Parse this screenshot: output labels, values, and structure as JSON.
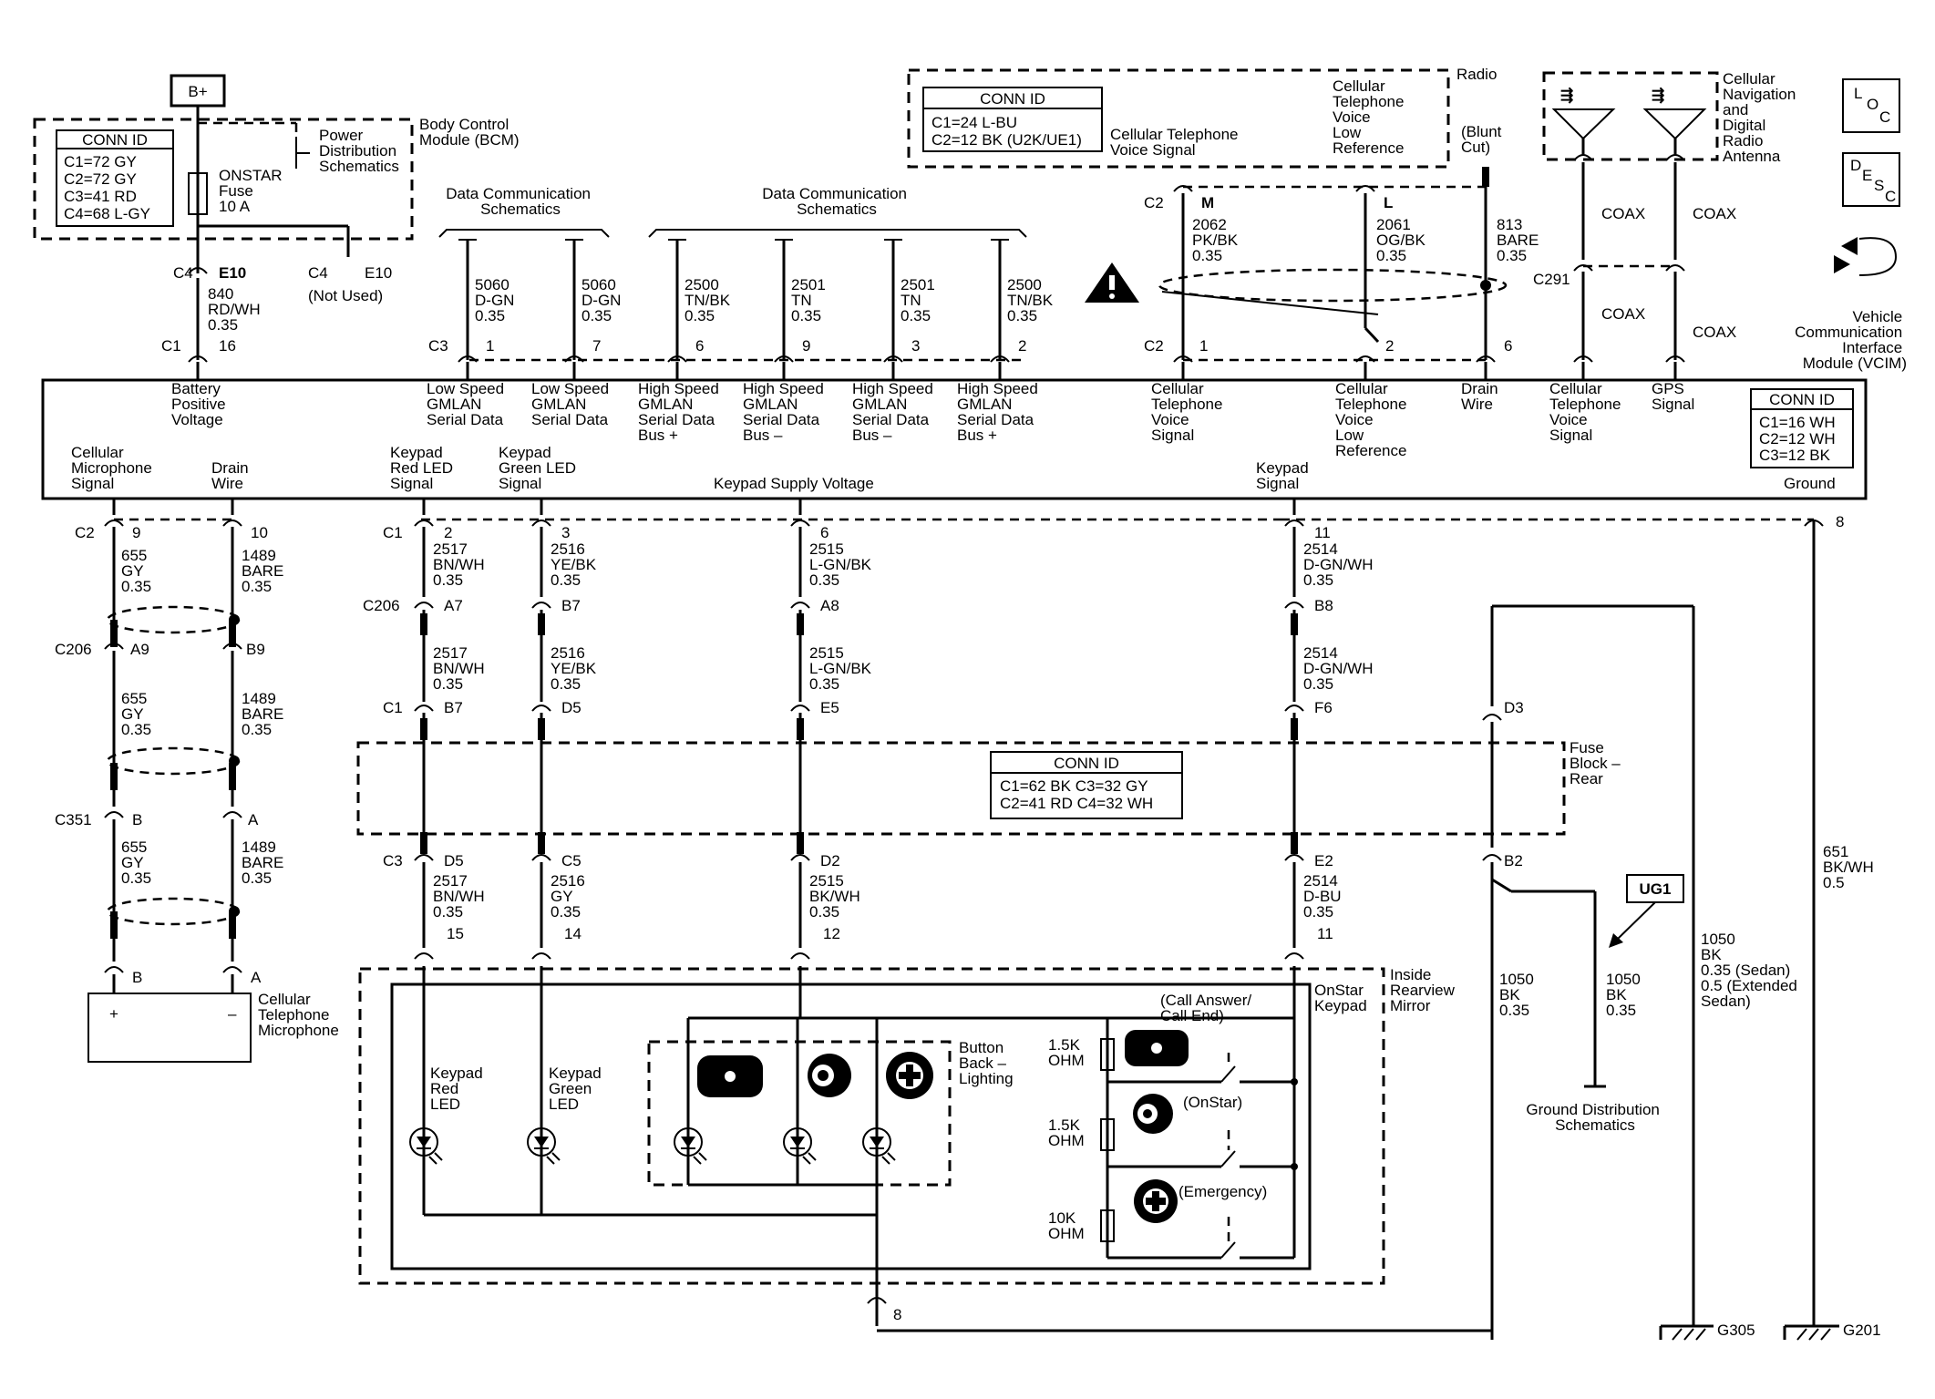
{
  "top": {
    "bplus": "B+",
    "bcm_title": [
      "Body Control",
      "Module (BCM)"
    ],
    "bcm_conn_id": "CONN ID",
    "bcm_conns": [
      "C1=72 GY",
      "C2=72 GY",
      "C3=41 RD",
      "C4=68 L-GY"
    ],
    "power_dist": [
      "Power",
      "Distribution",
      "Schematics"
    ],
    "fuse": [
      "ONSTAR",
      "Fuse",
      "10 A"
    ],
    "c4_left": "C4",
    "e10_left": "E10",
    "c4_right": "C4",
    "e10_right": "E10",
    "not_used": "(Not Used)",
    "wire_840": [
      "840",
      "RD/WH",
      "0.35"
    ],
    "c1_left": "C1",
    "pin16": "16",
    "data_comm_left": [
      "Data Communication",
      "Schematics"
    ],
    "data_comm_right": [
      "Data Communication",
      "Schematics"
    ],
    "c3_label": "C3",
    "gmlan_wires": [
      {
        "wire": [
          "5060",
          "D-GN",
          "0.35"
        ],
        "pin": "1"
      },
      {
        "wire": [
          "5060",
          "D-GN",
          "0.35"
        ],
        "pin": "7"
      },
      {
        "wire": [
          "2500",
          "TN/BK",
          "0.35"
        ],
        "pin": "6"
      },
      {
        "wire": [
          "2501",
          "TN",
          "0.35"
        ],
        "pin": "9"
      },
      {
        "wire": [
          "2501",
          "TN",
          "0.35"
        ],
        "pin": "3"
      },
      {
        "wire": [
          "2500",
          "TN/BK",
          "0.35"
        ],
        "pin": "2"
      }
    ],
    "radio_conn_id": "CONN ID",
    "radio_conns": [
      "C1=24 L-BU",
      "C2=12 BK (U2K/UE1)"
    ],
    "radio_cell_voice": [
      "Cellular Telephone",
      "Voice Signal"
    ],
    "radio_cell_low": [
      "Cellular",
      "Telephone",
      "Voice",
      "Low",
      "Reference"
    ],
    "radio": "Radio",
    "blunt_cut": [
      "(Blunt",
      "Cut)"
    ],
    "c2_top": "C2",
    "pin_m": "M",
    "pin_l": "L",
    "wire_2062": [
      "2062",
      "PK/BK",
      "0.35"
    ],
    "wire_2061": [
      "2061",
      "OG/BK",
      "0.35"
    ],
    "wire_813": [
      "813",
      "BARE",
      "0.35"
    ],
    "c2_bot": "C2",
    "pin1_r": "1",
    "pin2_r": "2",
    "pin6_r": "6",
    "antenna_label": [
      "Cellular",
      "Navigation",
      "and",
      "Digital",
      "Radio",
      "Antenna"
    ],
    "coax": [
      "COAX",
      "COAX",
      "COAX",
      "COAX"
    ],
    "c291": "C291",
    "loc": [
      "L",
      "O",
      "C"
    ],
    "desc": [
      "D",
      "E",
      "S",
      "C"
    ],
    "vcim_title": [
      "Vehicle",
      "Communication",
      "Interface",
      "Module (VCIM)"
    ]
  },
  "vcim": {
    "labels_top": [
      [
        "Battery",
        "Positive",
        "Voltage"
      ],
      [
        "Low Speed",
        "GMLAN",
        "Serial Data"
      ],
      [
        "Low Speed",
        "GMLAN",
        "Serial Data"
      ],
      [
        "High Speed",
        "GMLAN",
        "Serial Data",
        "Bus +"
      ],
      [
        "High Speed",
        "GMLAN",
        "Serial Data",
        "Bus –"
      ],
      [
        "High Speed",
        "GMLAN",
        "Serial Data",
        "Bus –"
      ],
      [
        "High Speed",
        "GMLAN",
        "Serial Data",
        "Bus +"
      ],
      [
        "Cellular",
        "Telephone",
        "Voice",
        "Signal"
      ],
      [
        "Cellular",
        "Telephone",
        "Voice",
        "Low",
        "Reference"
      ],
      [
        "Drain",
        "Wire"
      ],
      [
        "Cellular",
        "Telephone",
        "Voice",
        "Signal"
      ],
      [
        "GPS",
        "Signal"
      ]
    ],
    "conn_id": "CONN ID",
    "conns": [
      "C1=16 WH",
      "C2=12 WH",
      "C3=12 BK"
    ],
    "labels_bottom": {
      "cell_mic": [
        "Cellular",
        "Microphone",
        "Signal"
      ],
      "drain": [
        "Drain",
        "Wire"
      ],
      "keypad_red": [
        "Keypad",
        "Red LED",
        "Signal"
      ],
      "keypad_green": [
        "Keypad",
        "Green LED",
        "Signal"
      ],
      "keypad_supply": "Keypad Supply Voltage",
      "keypad_signal": [
        "Keypad",
        "Signal"
      ],
      "ground": "Ground"
    }
  },
  "lower": {
    "c2": "C2",
    "pin9": "9",
    "pin10": "10",
    "wire_655": [
      "655",
      "GY",
      "0.35"
    ],
    "wire_1489": [
      "1489",
      "BARE",
      "0.35"
    ],
    "c206_left": "C206",
    "a9": "A9",
    "b9": "B9",
    "c351": "C351",
    "pin_b": "B",
    "pin_a": "A",
    "mic_b": "B",
    "mic_a": "A",
    "mic_label": [
      "Cellular",
      "Telephone",
      "Microphone"
    ],
    "mic_plus": "+",
    "mic_minus": "–",
    "c1": "C1",
    "k_pins": [
      "2",
      "3",
      "6",
      "11"
    ],
    "wire_2517": [
      "2517",
      "BN/WH",
      "0.35"
    ],
    "wire_2516": [
      "2516",
      "YE/BK",
      "0.35"
    ],
    "wire_2515": [
      "2515",
      "L-GN/BK",
      "0.35"
    ],
    "wire_2514": [
      "2514",
      "D-GN/WH",
      "0.35"
    ],
    "c206": "C206",
    "c206_pins": [
      "A7",
      "B7",
      "A8",
      "B8"
    ],
    "c1_fb": "C1",
    "c1_fb_pins": [
      "B7",
      "D5",
      "E5",
      "F6"
    ],
    "d3": "D3",
    "fb_label": [
      "Fuse",
      "Block –",
      "Rear"
    ],
    "fb_conn_id": "CONN ID",
    "fb_conns": [
      "C1=62 BK   C3=32 GY",
      "C2=41 RD   C4=32 WH"
    ],
    "c3": "C3",
    "c3_pins": [
      "D5",
      "C5",
      "D2",
      "E2"
    ],
    "b2": "B2",
    "wire_2517b": [
      "2517",
      "BN/WH",
      "0.35"
    ],
    "wire_2516b": [
      "2516",
      "GY",
      "0.35"
    ],
    "wire_2515b": [
      "2515",
      "BK/WH",
      "0.35"
    ],
    "wire_2514b": [
      "2514",
      "D-BU",
      "0.35"
    ],
    "kp_pins": [
      "15",
      "14",
      "12",
      "11"
    ],
    "ground_pin": "8",
    "ug1": "UG1",
    "wire_1050a": [
      "1050",
      "BK",
      "0.35"
    ],
    "wire_1050b": [
      "1050",
      "BK",
      "0.35"
    ],
    "wire_1050c": [
      "1050",
      "BK",
      "0.35 (Sedan)",
      "0.5 (Extended",
      "Sedan)"
    ],
    "wire_651": [
      "651",
      "BK/WH",
      "0.5"
    ],
    "gnd_dist": [
      "Ground Distribution",
      "Schematics"
    ],
    "g305": "G305",
    "g201": "G201",
    "mirror_label": [
      "Inside",
      "Rearview",
      "Mirror"
    ],
    "keypad_label": [
      "OnStar",
      "Keypad"
    ],
    "led_red": [
      "Keypad",
      "Red",
      "LED"
    ],
    "led_green": [
      "Keypad",
      "Green",
      "LED"
    ],
    "backlight": [
      "Button",
      "Back –",
      "Lighting"
    ],
    "r1": [
      "1.5K",
      "OHM"
    ],
    "r2": [
      "1.5K",
      "OHM"
    ],
    "r3": [
      "10K",
      "OHM"
    ],
    "call_answer": [
      "(Call Answer/",
      "Call End)"
    ],
    "onstar": "(OnStar)",
    "emergency": "(Emergency)",
    "pin8_bottom": "8"
  }
}
